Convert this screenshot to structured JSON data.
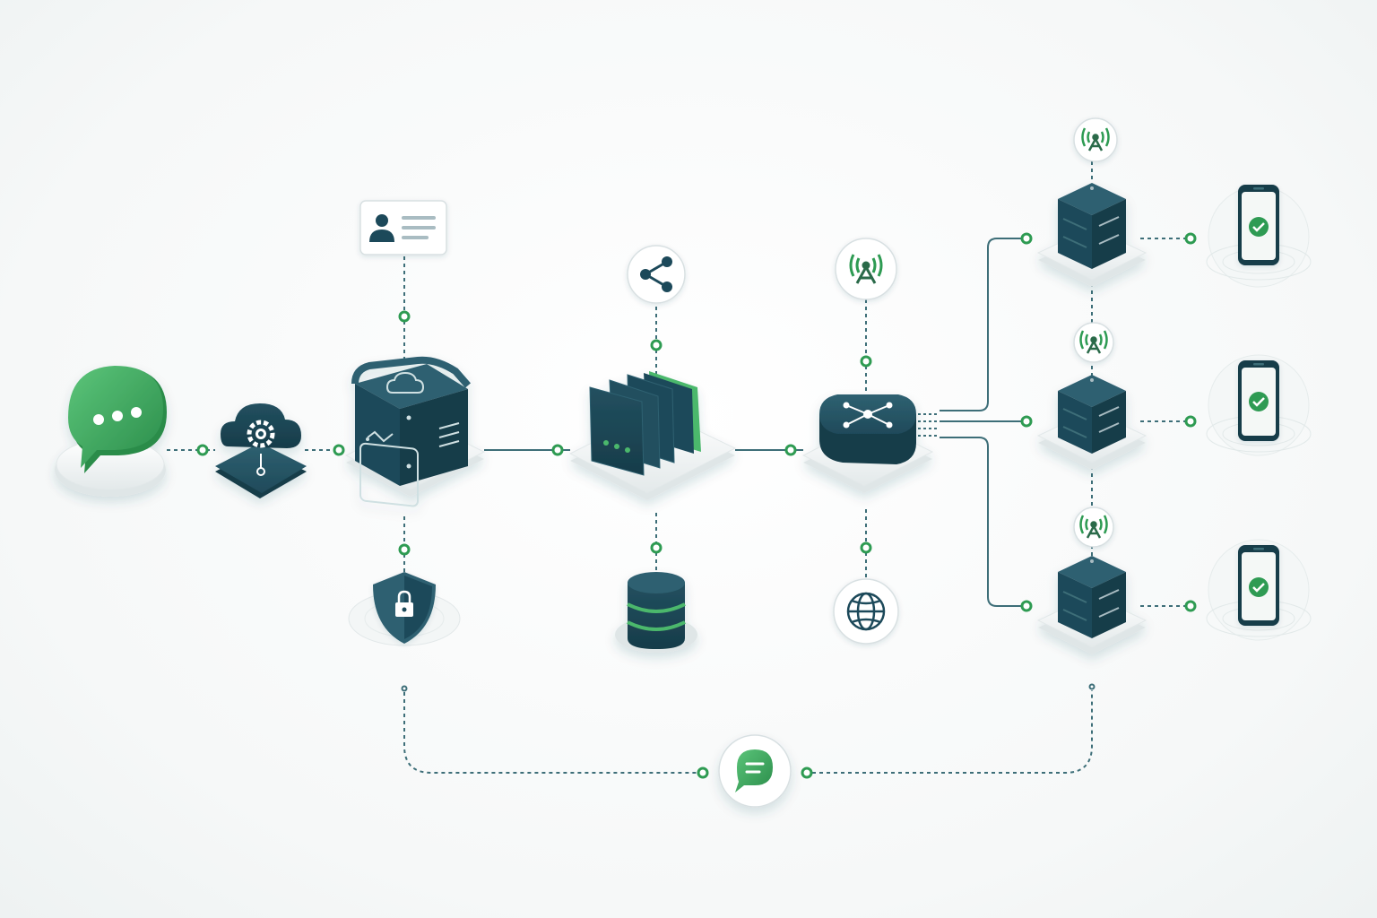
{
  "colors": {
    "navy": "#1f4a5a",
    "navy_dark": "#173c4a",
    "green": "#2e9b52",
    "green_light": "#4cb86c",
    "line": "#3d6e78",
    "node_dot": "#2e9b52",
    "platform": "#eef2f2"
  },
  "nodes": [
    {
      "id": "chat-bubble",
      "icon": "chat-bubble-icon"
    },
    {
      "id": "cloud-settings",
      "icon": "cloud-gear-icon"
    },
    {
      "id": "cloud-server",
      "icon": "cloud-server-icon"
    },
    {
      "id": "message-queue",
      "icon": "stacked-panels-icon"
    },
    {
      "id": "router-hub",
      "icon": "network-hub-icon"
    },
    {
      "id": "edge-server-1",
      "icon": "server-icon"
    },
    {
      "id": "edge-server-2",
      "icon": "server-icon"
    },
    {
      "id": "edge-server-3",
      "icon": "server-icon"
    },
    {
      "id": "phone-1",
      "icon": "smartphone-check-icon"
    },
    {
      "id": "phone-2",
      "icon": "smartphone-check-icon"
    },
    {
      "id": "phone-3",
      "icon": "smartphone-check-icon"
    }
  ],
  "satellites": [
    {
      "id": "user-card",
      "icon": "user-id-card-icon"
    },
    {
      "id": "security-shield",
      "icon": "shield-lock-icon"
    },
    {
      "id": "share",
      "icon": "share-icon"
    },
    {
      "id": "database",
      "icon": "database-icon"
    },
    {
      "id": "antenna-hub",
      "icon": "antenna-icon"
    },
    {
      "id": "globe",
      "icon": "globe-icon"
    },
    {
      "id": "antenna-1",
      "icon": "antenna-icon"
    },
    {
      "id": "antenna-2",
      "icon": "antenna-icon"
    },
    {
      "id": "antenna-3",
      "icon": "antenna-icon"
    },
    {
      "id": "feedback-chat",
      "icon": "message-icon"
    }
  ]
}
